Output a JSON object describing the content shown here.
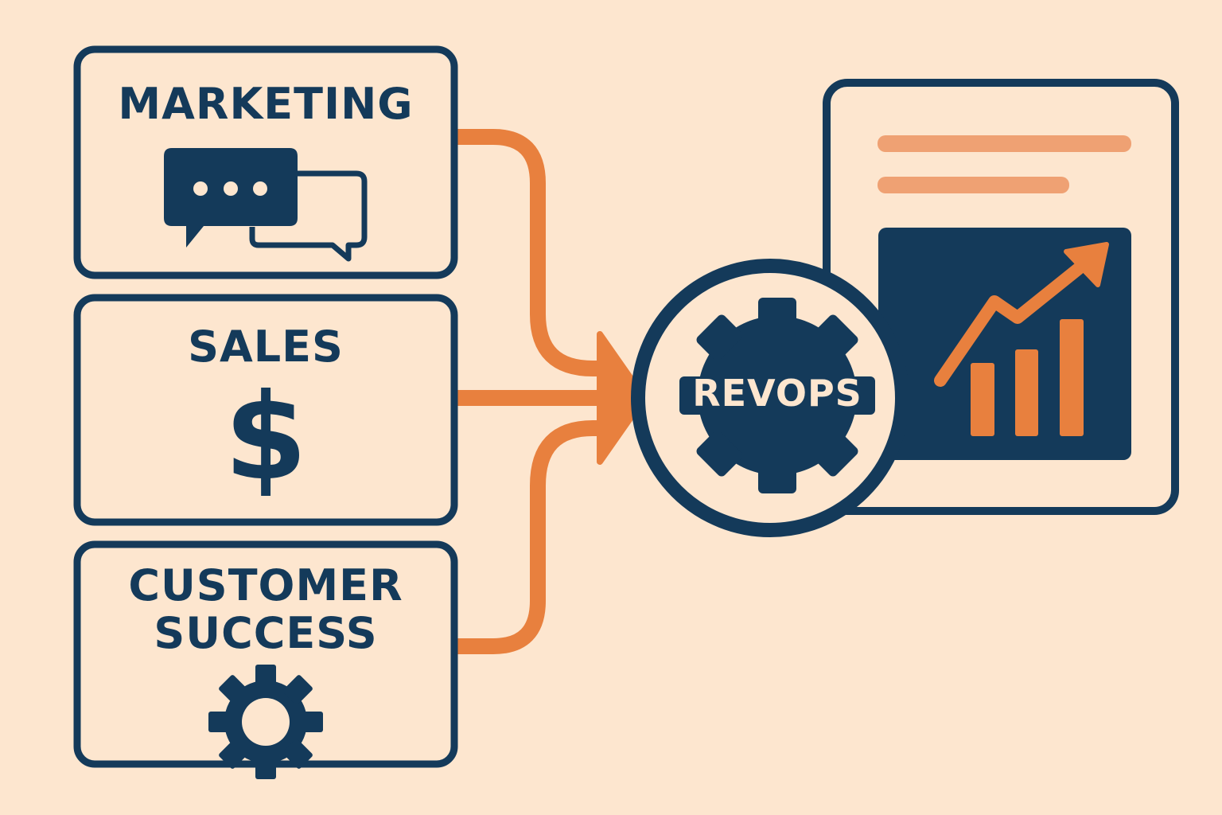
{
  "colors": {
    "background": "#fde6cf",
    "navy": "#143a5a",
    "orange": "#e8803e",
    "light_orange": "#efa173"
  },
  "sources": [
    {
      "id": "marketing",
      "label": "MARKETING",
      "icon": "chat-bubbles-icon"
    },
    {
      "id": "sales",
      "label": "SALES",
      "icon": "dollar-sign-icon",
      "icon_text": "$"
    },
    {
      "id": "customer_success",
      "label_line1": "CUSTOMER",
      "label_line2": "SUCCESS",
      "icon": "gear-icon"
    }
  ],
  "hub": {
    "label": "REVOPS",
    "icon": "gear-icon"
  },
  "output": {
    "type": "report-dashboard",
    "icon": "growth-chart-icon"
  }
}
